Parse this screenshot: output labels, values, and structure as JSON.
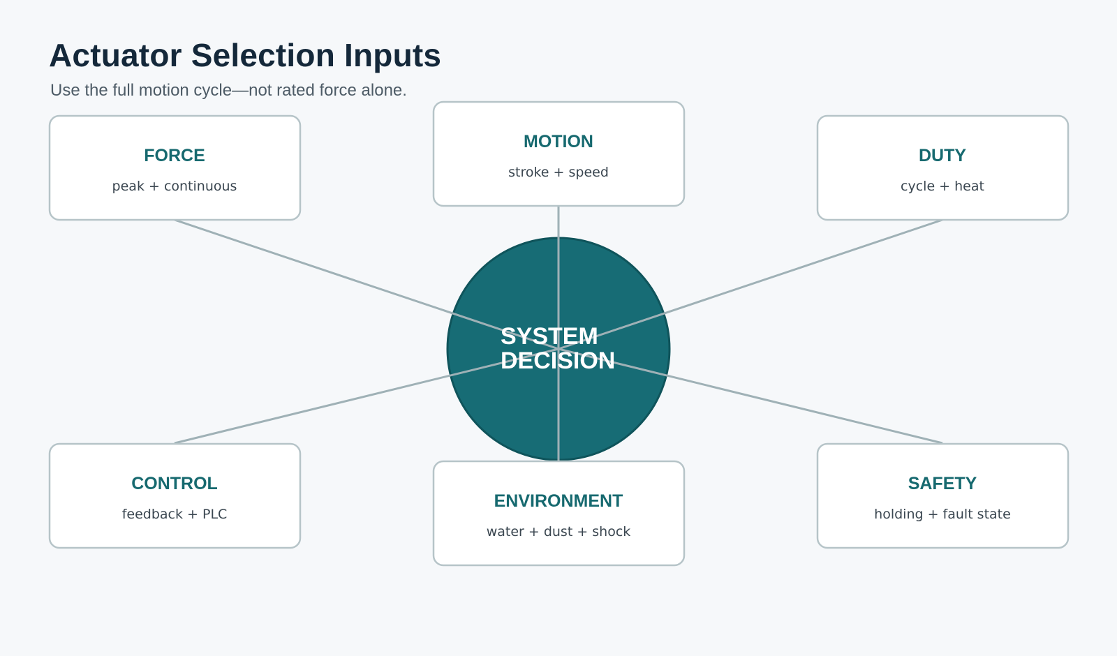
{
  "header": {
    "title": "Actuator Selection Inputs",
    "subtitle": "Use the full motion cycle—not rated force alone."
  },
  "hub": {
    "line1": "SYSTEM",
    "line2": "DECISION",
    "color": "#176c75"
  },
  "nodes": [
    {
      "title": "FORCE",
      "subtitle": "peak + continuous"
    },
    {
      "title": "MOTION",
      "subtitle": "stroke + speed"
    },
    {
      "title": "DUTY",
      "subtitle": "cycle + heat"
    },
    {
      "title": "CONTROL",
      "subtitle": "feedback + PLC"
    },
    {
      "title": "ENVIRONMENT",
      "subtitle": "water + dust + shock"
    },
    {
      "title": "SAFETY",
      "subtitle": "holding + fault state"
    }
  ]
}
